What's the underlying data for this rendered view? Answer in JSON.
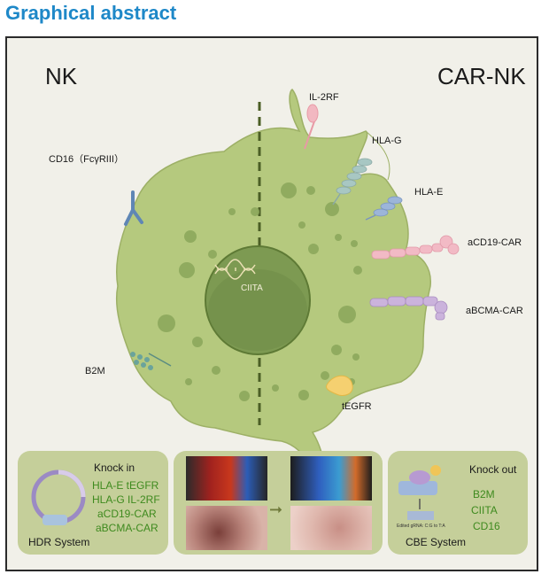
{
  "header": {
    "title": "Graphical abstract"
  },
  "cell": {
    "left_title": "NK",
    "right_title": "CAR-NK",
    "nucleus_label": "CIITA",
    "markers": {
      "cd16": "CD16（FcγRIII）",
      "b2m": "B2M",
      "il2rf": "IL-2RF",
      "hlag": "HLA-G",
      "hlae": "HLA-E",
      "acd19": "aCD19-CAR",
      "abcma": "aBCMA-CAR",
      "tegfr": "tEGFR"
    }
  },
  "panels": {
    "hdr": {
      "heading": "Knock in",
      "items": [
        "HLA-E tEGFR",
        "HLA-G IL-2RF",
        "aCD19-CAR",
        "aBCMA-CAR"
      ],
      "caption": "HDR System"
    },
    "cbe": {
      "heading": "Knock out",
      "items": [
        "B2M",
        "CIITA",
        "CD16"
      ],
      "caption": "CBE System",
      "small_note": "Edited gRNA: C:G to T:A"
    }
  },
  "colors": {
    "title_blue": "#1e88c8",
    "cell_green": "#b5c97e",
    "panel_green": "#c5cf9a",
    "knock_text_green": "#3e8a1e"
  }
}
